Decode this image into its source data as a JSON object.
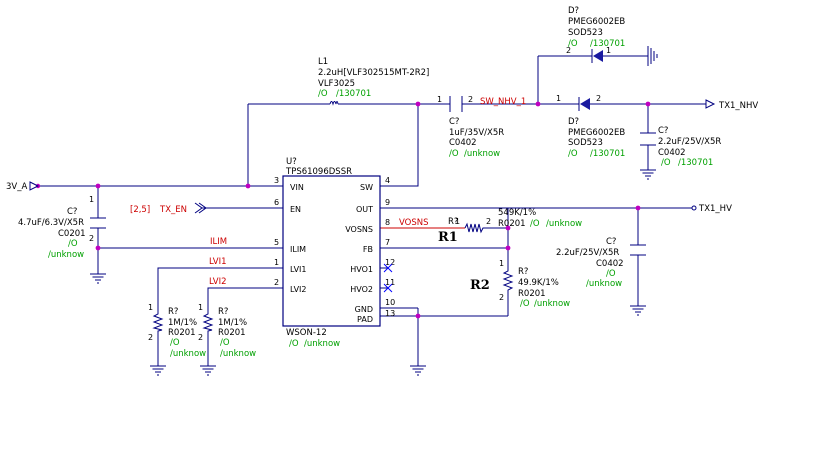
{
  "l1": {
    "ref": "L1",
    "value": "2.2uH[VLF302515MT-2R2]",
    "pkg": "VLF3025",
    "attr": "/O",
    "code": "/130701"
  },
  "c_boost": {
    "ref": "C?",
    "value": "1uF/35V/X5R",
    "pkg": "C0402",
    "attr": "/O",
    "code": "/unknow",
    "pin1": "1",
    "pin2": "2"
  },
  "d_top": {
    "ref": "D?",
    "value": "PMEG6002EB",
    "pkg": "SOD523",
    "attr": "/O",
    "code": "/130701",
    "pin1": "1",
    "pin2": "2"
  },
  "d_mid": {
    "ref": "D?",
    "value": "PMEG6002EB",
    "pkg": "SOD523",
    "attr": "/O",
    "code": "/130701",
    "pin1": "1",
    "pin2": "2"
  },
  "c_nhv": {
    "ref": "C?",
    "value": "2.2uF/25V/X5R",
    "pkg": "C0402",
    "attr": "/O",
    "code": "/130701"
  },
  "c_in": {
    "ref": "C?",
    "value": "4.7uF/6.3V/X5R",
    "pkg": "C0201",
    "attr": "/O",
    "code": "/unknow",
    "pin1": "1",
    "pin2": "2"
  },
  "c_hv": {
    "ref": "C?",
    "value": "2.2uF/25V/X5R",
    "pkg": "C0402",
    "attr": "/O",
    "code": "/unknow"
  },
  "r1": {
    "ref": "R?",
    "value": "549K/1%",
    "pkg": "R0201",
    "attr": "/O",
    "code": "/unknow",
    "pin1": "1",
    "pin2": "2",
    "label": "R1"
  },
  "r2": {
    "ref": "R?",
    "value": "49.9K/1%",
    "pkg": "R0201",
    "attr": "/O",
    "code": "/unknow",
    "pin1": "1",
    "pin2": "2",
    "label": "R2"
  },
  "r_lvi1": {
    "ref": "R?",
    "value": "1M/1%",
    "pkg": "R0201",
    "attr": "/O",
    "code": "/unknow",
    "pin1": "1",
    "pin2": "2"
  },
  "r_lvi2": {
    "ref": "R?",
    "value": "1M/1%",
    "pkg": "R0201",
    "attr": "/O",
    "code": "/unknow",
    "pin1": "1",
    "pin2": "2"
  },
  "ic": {
    "ref": "U?",
    "value": "TPS61096DSSR",
    "pkg": "WSON-12",
    "attr": "/O",
    "code": "/unknow",
    "pins_left": [
      {
        "num": "3",
        "name": "VIN"
      },
      {
        "num": "6",
        "name": "EN"
      },
      {
        "num": "5",
        "name": "ILIM"
      },
      {
        "num": "1",
        "name": "LVI1"
      },
      {
        "num": "2",
        "name": "LVI2"
      }
    ],
    "pins_right": [
      {
        "num": "4",
        "name": "SW"
      },
      {
        "num": "9",
        "name": "OUT"
      },
      {
        "num": "8",
        "name": "VOSNS"
      },
      {
        "num": "7",
        "name": "FB"
      },
      {
        "num": "12",
        "name": "HVO1"
      },
      {
        "num": "11",
        "name": "HVO2"
      },
      {
        "num": "10",
        "name": "GND"
      },
      {
        "num": "13",
        "name": "PAD"
      }
    ]
  },
  "nets": {
    "in": "3V_A",
    "en": "TX_EN",
    "en_ref": "[2,5]",
    "sw": "SW_NHV_1",
    "nhv": "TX1_NHV",
    "hv": "TX1_HV",
    "ilim": "ILIM",
    "lvi1": "LVI1",
    "lvi2": "LVI2",
    "vosns": "VOSNS"
  }
}
